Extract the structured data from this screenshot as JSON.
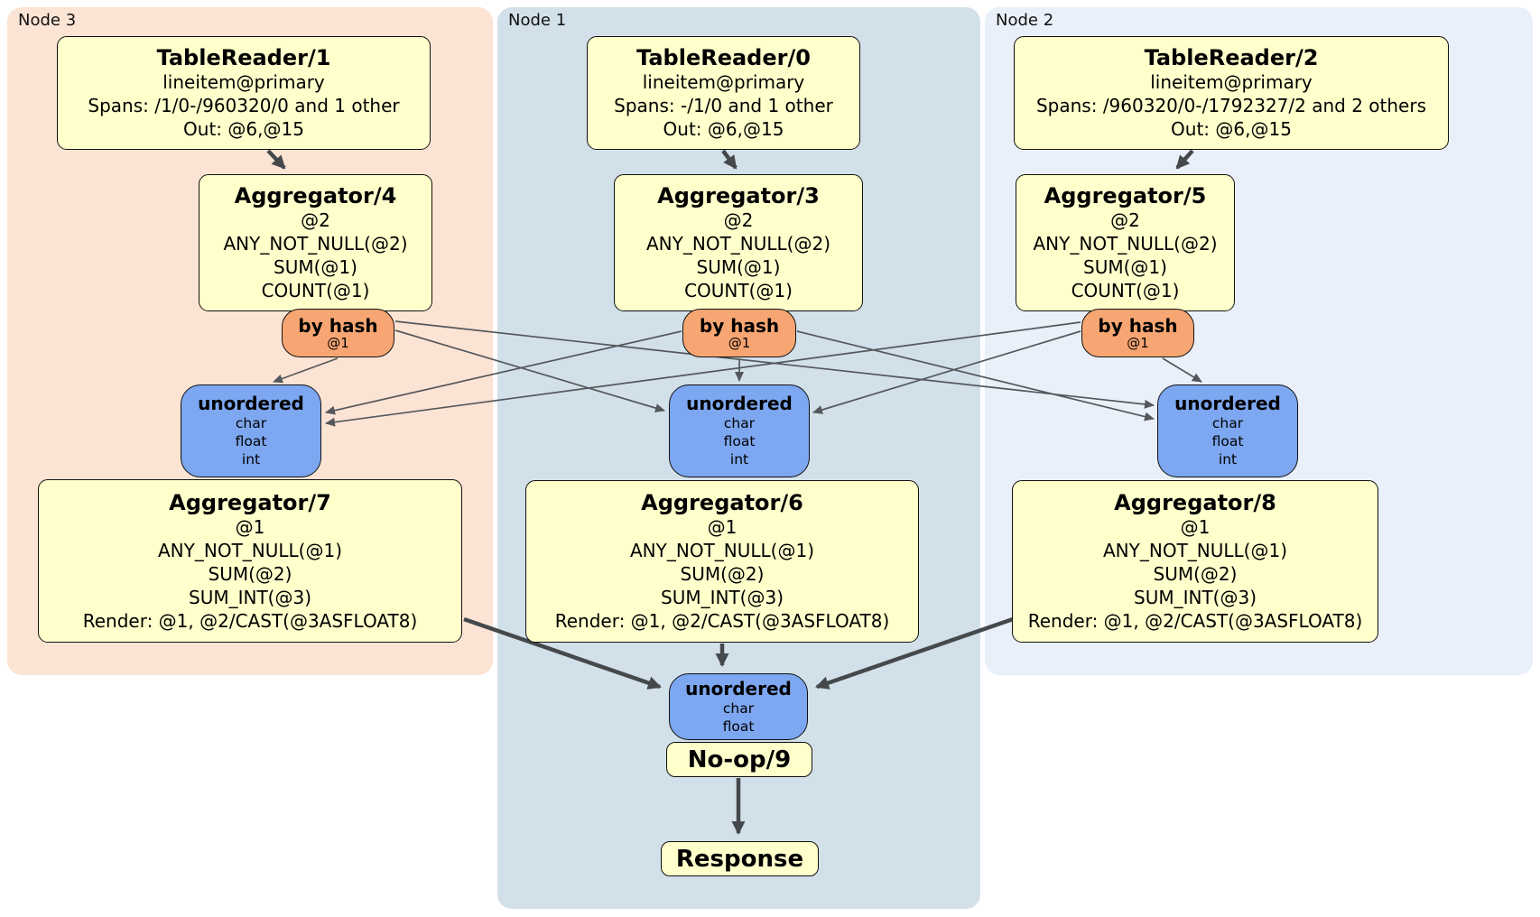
{
  "regions": [
    {
      "label": "Node 3"
    },
    {
      "label": "Node 1"
    },
    {
      "label": "Node 2"
    }
  ],
  "processors": {
    "tr1": {
      "title": "TableReader/1",
      "lines": [
        "lineitem@primary",
        "Spans: /1/0-/960320/0 and 1 other",
        "Out: @6,@15"
      ]
    },
    "tr0": {
      "title": "TableReader/0",
      "lines": [
        "lineitem@primary",
        "Spans: -/1/0 and 1 other",
        "Out: @6,@15"
      ]
    },
    "tr2": {
      "title": "TableReader/2",
      "lines": [
        "lineitem@primary",
        "Spans: /960320/0-/1792327/2 and 2 others",
        "Out: @6,@15"
      ]
    },
    "agg4": {
      "title": "Aggregator/4",
      "lines": [
        "@2",
        "ANY_NOT_NULL(@2)",
        "SUM(@1)",
        "COUNT(@1)"
      ]
    },
    "agg3": {
      "title": "Aggregator/3",
      "lines": [
        "@2",
        "ANY_NOT_NULL(@2)",
        "SUM(@1)",
        "COUNT(@1)"
      ]
    },
    "agg5": {
      "title": "Aggregator/5",
      "lines": [
        "@2",
        "ANY_NOT_NULL(@2)",
        "SUM(@1)",
        "COUNT(@1)"
      ]
    },
    "agg7": {
      "title": "Aggregator/7",
      "lines": [
        "@1",
        "ANY_NOT_NULL(@1)",
        "SUM(@2)",
        "SUM_INT(@3)",
        "Render: @1, @2/CAST(@3ASFLOAT8)"
      ]
    },
    "agg6": {
      "title": "Aggregator/6",
      "lines": [
        "@1",
        "ANY_NOT_NULL(@1)",
        "SUM(@2)",
        "SUM_INT(@3)",
        "Render: @1, @2/CAST(@3ASFLOAT8)"
      ]
    },
    "agg8": {
      "title": "Aggregator/8",
      "lines": [
        "@1",
        "ANY_NOT_NULL(@1)",
        "SUM(@2)",
        "SUM_INT(@3)",
        "Render: @1, @2/CAST(@3ASFLOAT8)"
      ]
    },
    "noop": {
      "title": "No-op/9"
    },
    "response": {
      "title": "Response"
    }
  },
  "routers": {
    "r3": {
      "title": "by hash",
      "sub": "@1"
    },
    "r1": {
      "title": "by hash",
      "sub": "@1"
    },
    "r2": {
      "title": "by hash",
      "sub": "@1"
    }
  },
  "syncs": {
    "s3": {
      "title": "unordered",
      "items": [
        "char",
        "float",
        "int"
      ]
    },
    "s1": {
      "title": "unordered",
      "items": [
        "char",
        "float",
        "int"
      ]
    },
    "s2": {
      "title": "unordered",
      "items": [
        "char",
        "float",
        "int"
      ]
    },
    "sf": {
      "title": "unordered",
      "items": [
        "char",
        "float"
      ]
    }
  },
  "colors": {
    "node3_bg": "#fce4d4",
    "node1_bg": "#d2e0e9",
    "node2_bg": "#eaf0f9",
    "processor_bg": "#ffffcc",
    "router_bg": "#f7a673",
    "sync_bg": "#7da7f0",
    "edge": "#45494c"
  }
}
